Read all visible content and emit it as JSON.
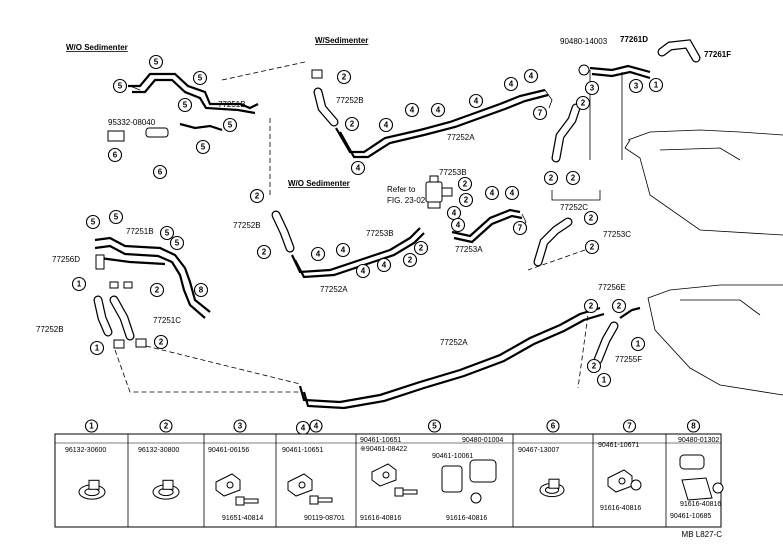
{
  "headers": {
    "wo_sedimenter_top": "W/O Sedimenter",
    "w_sedimenter": "W/Sedimenter",
    "wo_sedimenter_mid": "W/O Sedimenter"
  },
  "part_labels": {
    "p77251B_top": "77251B",
    "p95332": "95332-08040",
    "p77252B_top": "77252B",
    "p77252A_top": "77252A",
    "p90480_14003": "90480-14003",
    "p77261D": "77261D",
    "p77261F": "77261F",
    "p77252C": "77252C",
    "refer_to_1": "Refer to",
    "refer_to_2": "FIG. 23-02",
    "p77253B_top": "77253B",
    "p77253B_mid": "77253B",
    "p77252B_mid": "77252B",
    "p77253A": "77253A",
    "p77252A_mid": "77252A",
    "p77253C": "77253C",
    "p77251B_left": "77251B",
    "p77256D": "77256D",
    "p77252B_left": "77252B",
    "p77251C": "77251C",
    "p77252A_bottom": "77252A",
    "p77256E": "77256E",
    "p77255F": "77255F"
  },
  "legend": [
    {
      "num": "1",
      "parts": [
        "96132-30600"
      ]
    },
    {
      "num": "2",
      "parts": [
        "96132-30800"
      ]
    },
    {
      "num": "3",
      "parts": [
        "90461-06156",
        "91651-40814"
      ]
    },
    {
      "num": "4",
      "parts": [
        "90461-10651",
        "90119-08701"
      ]
    },
    {
      "num": "5",
      "parts": [
        "90461-10651",
        "※90461-08422",
        "91616-40816",
        "90480-01004",
        "90461-10061",
        "91616-40816"
      ]
    },
    {
      "num": "6",
      "parts": [
        "90467-13007"
      ]
    },
    {
      "num": "7",
      "parts": [
        "90461-10671",
        "91616-40816"
      ]
    },
    {
      "num": "8",
      "parts": [
        "90480-01302",
        "91616-40816",
        "90461-10685"
      ]
    }
  ],
  "footer_code": "MB  L827-C",
  "icons": [
    "clamp-icon",
    "hose-clip-icon",
    "pipe-clamp-icon",
    "bolt-icon",
    "grommet-icon",
    "fuel-tank-icon",
    "sedimenter-icon"
  ]
}
